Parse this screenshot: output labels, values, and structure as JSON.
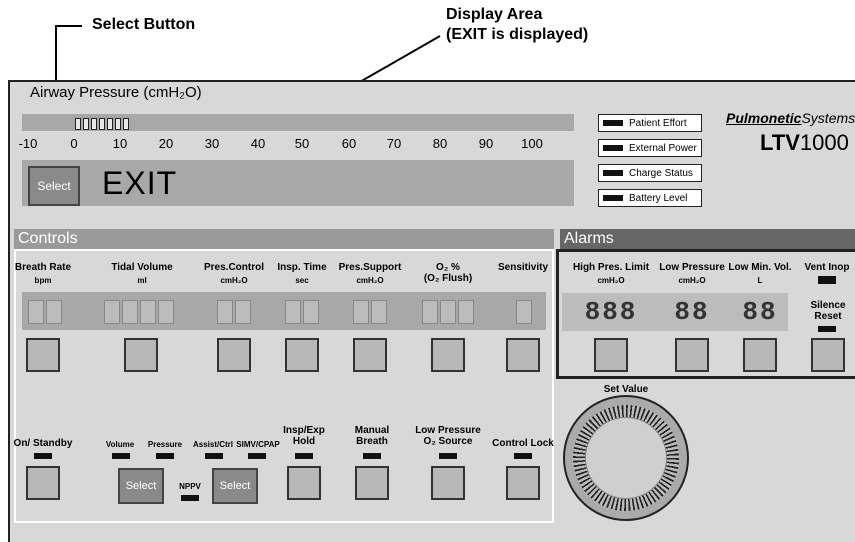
{
  "callouts": {
    "select_button": "Select Button",
    "display_line1": "Display Area",
    "display_line2": "(EXIT is displayed)"
  },
  "airway": {
    "title": "Airway Pressure (cmH₂O)",
    "ticks": [
      "-10",
      "0",
      "10",
      "20",
      "30",
      "40",
      "50",
      "60",
      "70",
      "80",
      "90",
      "100"
    ]
  },
  "display": {
    "select_label": "Select",
    "text": "EXIT"
  },
  "status_items": [
    "Patient Effort",
    "External Power",
    "Charge Status",
    "Battery Level"
  ],
  "brand": {
    "name_bold": "Pulmonetic",
    "name_rest": "Systems",
    "model_bold": "LTV",
    "model_rest": "1000"
  },
  "controls": {
    "title": "Controls",
    "items": [
      {
        "label": "Breath Rate",
        "unit": "bpm"
      },
      {
        "label": "Tidal Volume",
        "unit": "ml"
      },
      {
        "label": "Pres.Control",
        "unit": "cmH₂O"
      },
      {
        "label": "Insp. Time",
        "unit": "sec"
      },
      {
        "label": "Pres.Support",
        "unit": "cmH₂O"
      },
      {
        "label": "O₂ %",
        "unit": "(O₂ Flush)"
      },
      {
        "label": "Sensitivity",
        "unit": ""
      }
    ],
    "lower": {
      "on_standby": "On/ Standby",
      "volume": "Volume",
      "pressure": "Pressure",
      "assist_ctrl": "Assist/Ctrl",
      "simv_cpap": "SIMV/CPAP",
      "nppv": "NPPV",
      "select1": "Select",
      "select2": "Select",
      "insp_exp_hold": "Insp/Exp Hold",
      "manual_breath": "Manual Breath",
      "low_pressure_o2": "Low Pressure O₂ Source",
      "control_lock": "Control Lock"
    }
  },
  "alarms": {
    "title": "Alarms",
    "items": [
      {
        "label": "High Pres. Limit",
        "unit": "cmH₂O",
        "value": "888"
      },
      {
        "label": "Low Pressure",
        "unit": "cmH₂O",
        "value": "88"
      },
      {
        "label": "Low Min. Vol.",
        "unit": "L",
        "value": "88"
      }
    ],
    "vent_inop": "Vent Inop",
    "silence_reset": "Silence Reset"
  },
  "knob": {
    "label": "Set Value"
  }
}
